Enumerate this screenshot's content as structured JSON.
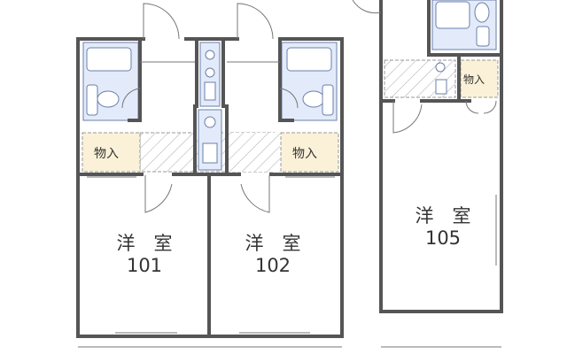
{
  "rooms": [
    {
      "name": "洋　室",
      "number": "101"
    },
    {
      "name": "洋　室",
      "number": "102"
    },
    {
      "name": "洋　室",
      "number": "105"
    }
  ],
  "storage": [
    {
      "label": "物入"
    },
    {
      "label": "物入"
    },
    {
      "label": "物入"
    }
  ],
  "colors": {
    "wall": "#555555",
    "storage_fill": "#fbf1d8",
    "wet_area_fill": "#e3ebfb",
    "fixture_stroke": "#6a7fa8"
  }
}
